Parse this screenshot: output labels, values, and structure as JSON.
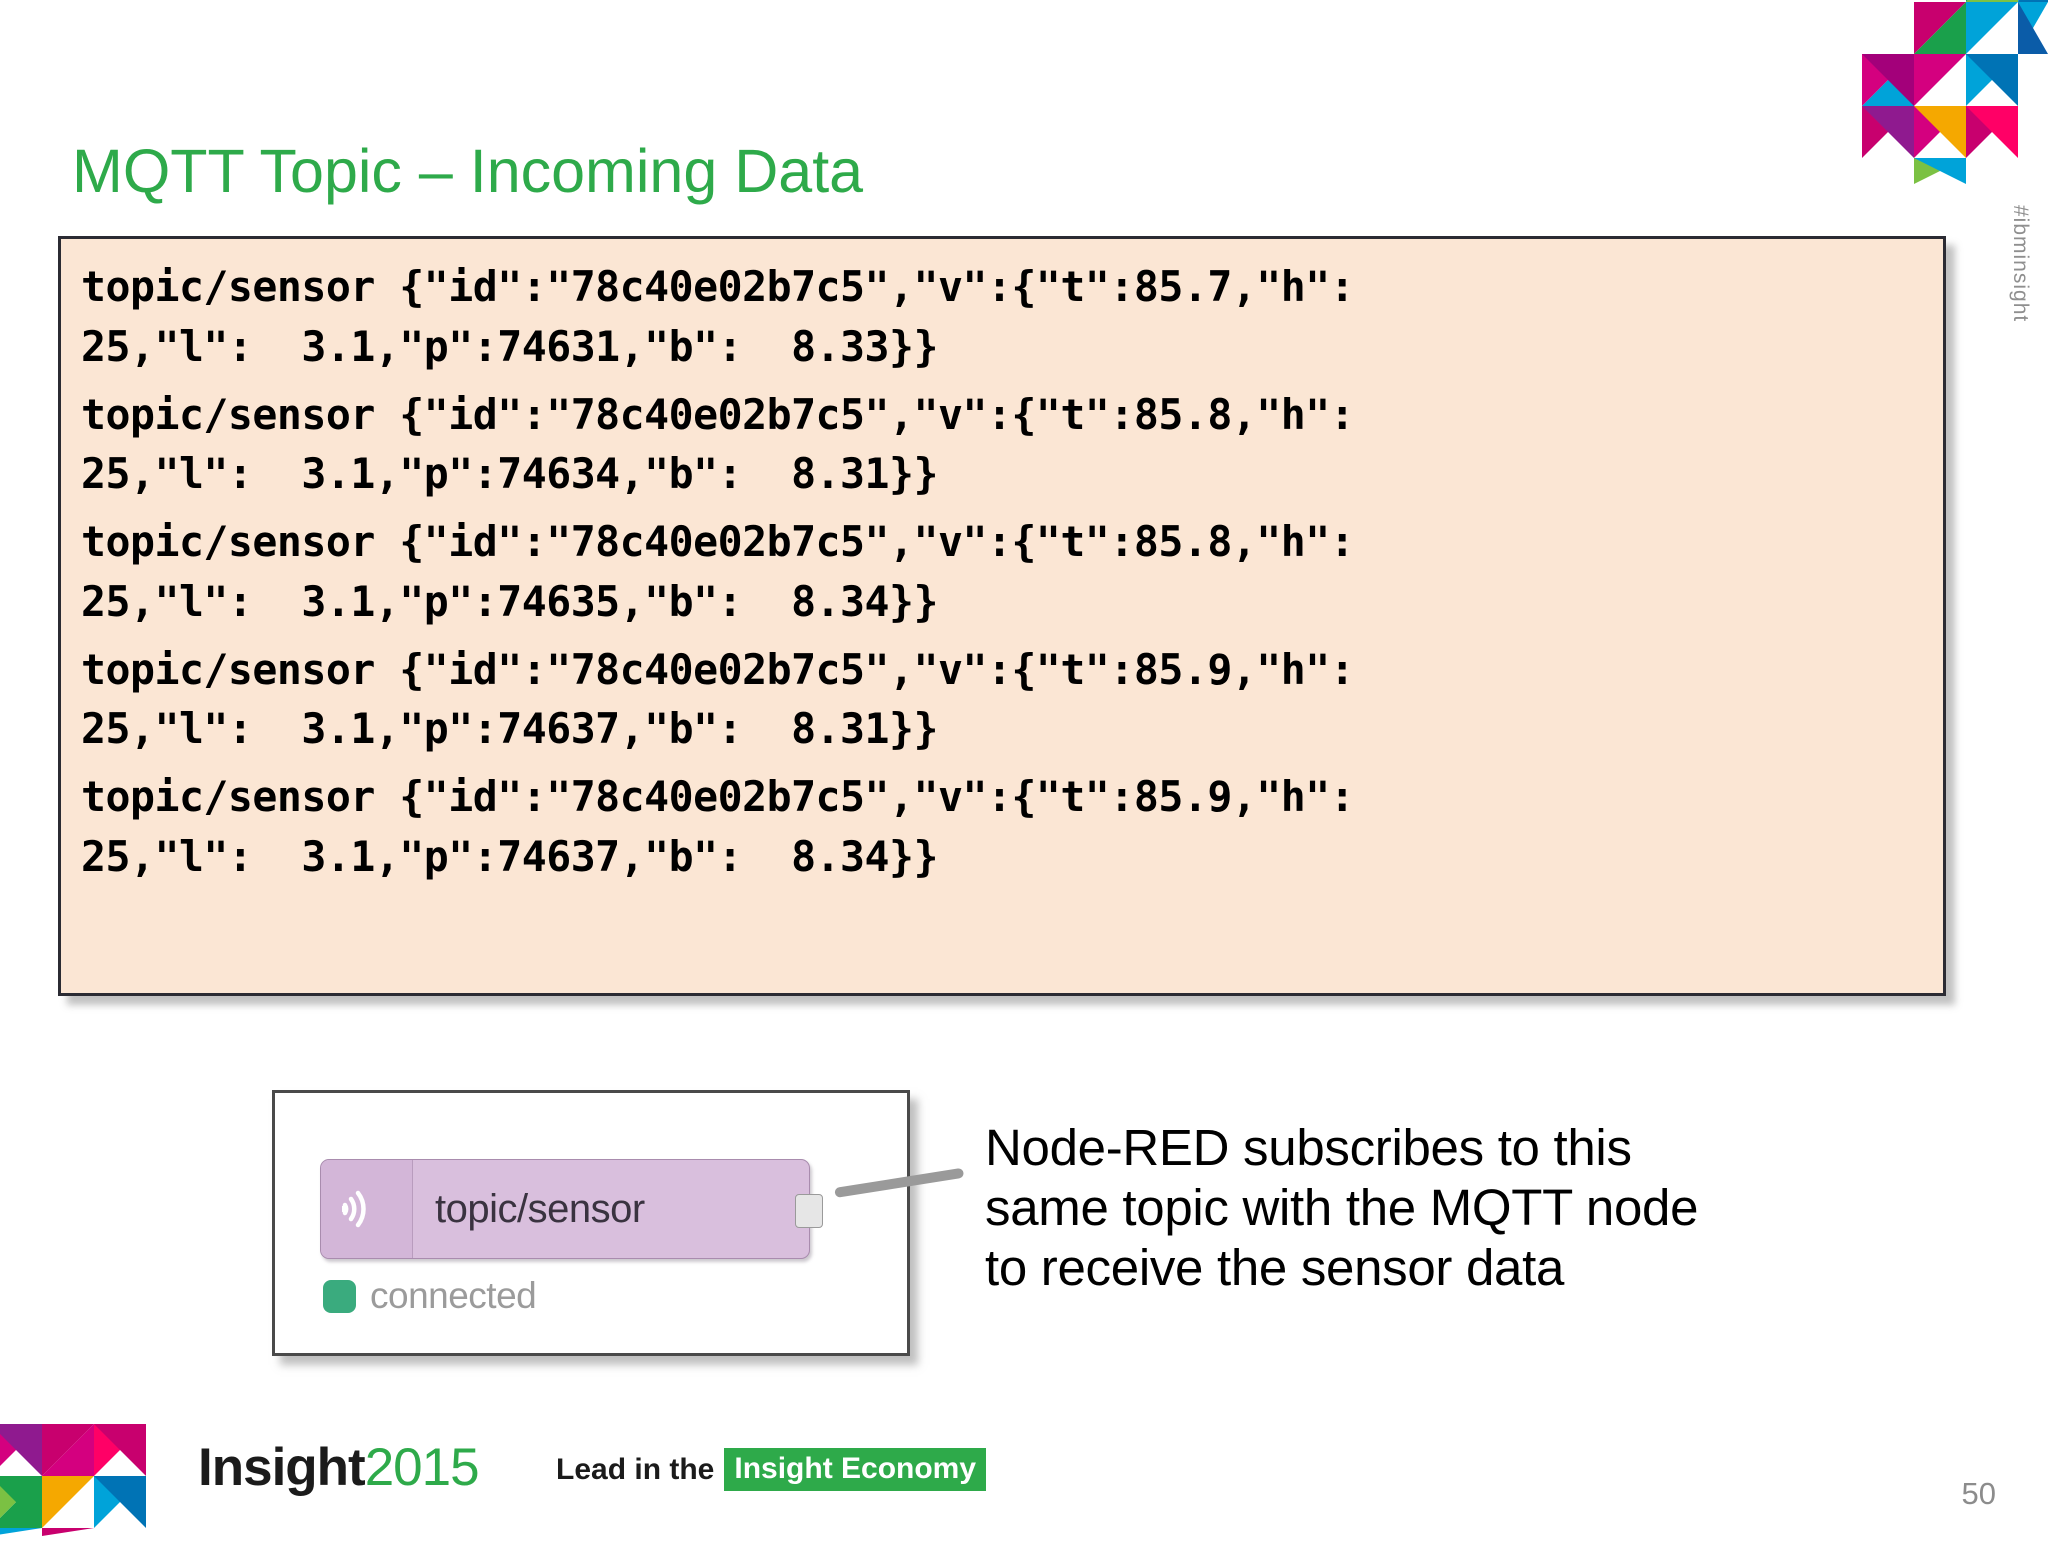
{
  "slide": {
    "title": "MQTT Topic – Incoming Data",
    "title_color": "#2eaa4a",
    "page_number": "50",
    "hashtag": "#ibminsight"
  },
  "code_block": {
    "background_color": "#fbe6d4",
    "records": [
      {
        "line1": "topic/sensor {\"id\":\"78c40e02b7c5\",\"v\":{\"t\":85.7,\"h\":",
        "line2": "25,\"l\":  3.1,\"p\":74631,\"b\":  8.33}}"
      },
      {
        "line1": "topic/sensor {\"id\":\"78c40e02b7c5\",\"v\":{\"t\":85.8,\"h\":",
        "line2": "25,\"l\":  3.1,\"p\":74634,\"b\":  8.31}}"
      },
      {
        "line1": "topic/sensor {\"id\":\"78c40e02b7c5\",\"v\":{\"t\":85.8,\"h\":",
        "line2": "25,\"l\":  3.1,\"p\":74635,\"b\":  8.34}}"
      },
      {
        "line1": "topic/sensor {\"id\":\"78c40e02b7c5\",\"v\":{\"t\":85.9,\"h\":",
        "line2": "25,\"l\":  3.1,\"p\":74637,\"b\":  8.31}}"
      },
      {
        "line1": "topic/sensor {\"id\":\"78c40e02b7c5\",\"v\":{\"t\":85.9,\"h\":",
        "line2": "25,\"l\":  3.1,\"p\":74637,\"b\":  8.34}}"
      }
    ],
    "parsed_messages": [
      {
        "topic": "topic/sensor",
        "id": "78c40e02b7c5",
        "t": 85.7,
        "h": 25,
        "l": 3.1,
        "p": 74631,
        "b": 8.33
      },
      {
        "topic": "topic/sensor",
        "id": "78c40e02b7c5",
        "t": 85.8,
        "h": 25,
        "l": 3.1,
        "p": 74634,
        "b": 8.31
      },
      {
        "topic": "topic/sensor",
        "id": "78c40e02b7c5",
        "t": 85.8,
        "h": 25,
        "l": 3.1,
        "p": 74635,
        "b": 8.34
      },
      {
        "topic": "topic/sensor",
        "id": "78c40e02b7c5",
        "t": 85.9,
        "h": 25,
        "l": 3.1,
        "p": 74637,
        "b": 8.31
      },
      {
        "topic": "topic/sensor",
        "id": "78c40e02b7c5",
        "t": 85.9,
        "h": 25,
        "l": 3.1,
        "p": 74637,
        "b": 8.34
      }
    ]
  },
  "node_panel": {
    "node_label": "topic/sensor",
    "node_icon": "mqtt-broadcast-icon",
    "node_color": "#d9bfdd",
    "status_text": "connected",
    "status_color": "#3aab7e"
  },
  "caption": {
    "line1": "Node-RED subscribes to this",
    "line2": "same topic with the MQTT node",
    "line3": "to receive the sensor data"
  },
  "footer": {
    "brand": "Insight",
    "year": "2015",
    "tagline_lead": "Lead in the",
    "tagline_chip": "Insight Economy"
  }
}
